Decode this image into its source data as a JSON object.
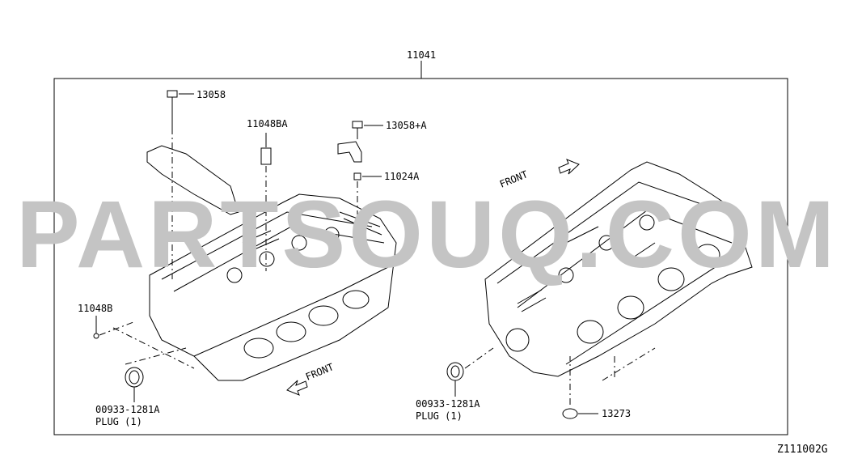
{
  "diagram": {
    "assembly_number": "11041",
    "watermark": "PARTSOUQ.COM",
    "figure_code": "Z111002G",
    "labels": {
      "bolt_13058": "13058",
      "dowel_11048BA": "11048BA",
      "bolt_13058A": "13058+A",
      "part_11024A": "11024A",
      "dowel_11048B": "11048B",
      "plug_left_number": "00933-1281A",
      "plug_left_name": "PLUG (1)",
      "plug_right_number": "00933-1281A",
      "plug_right_name": "PLUG (1)",
      "part_13273": "13273",
      "front_left": "FRONT",
      "front_right": "FRONT"
    }
  }
}
